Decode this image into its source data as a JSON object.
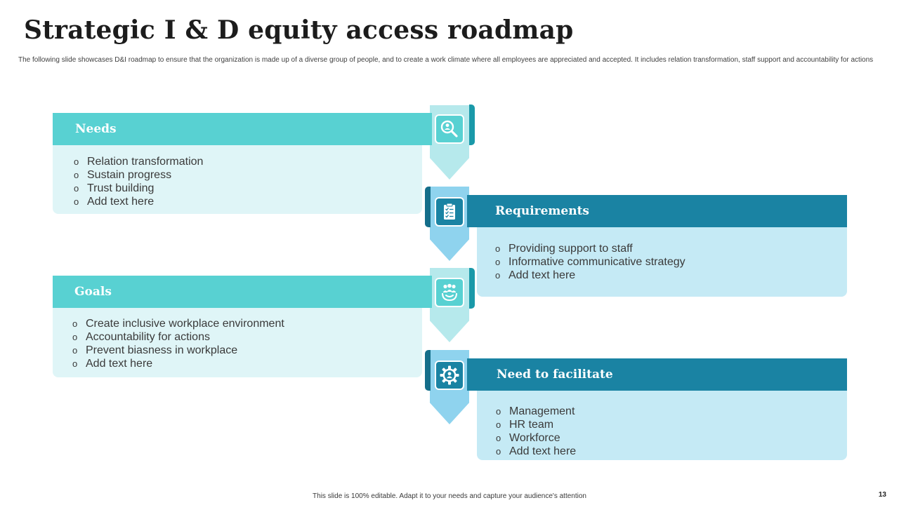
{
  "slide": {
    "title": "Strategic I & D equity access roadmap",
    "subtitle": "The following slide showcases D&I roadmap to ensure that the organization is made up of a diverse group of people, and to create a work climate where all employees are appreciated and accepted. It includes relation transformation, staff support and accountability for actions",
    "footer": "This slide is 100% editable. Adapt it to your needs and capture your audience's attention",
    "page_number": "13"
  },
  "bullet_glyph": "o",
  "cards": {
    "needs": {
      "heading": "Needs",
      "icon": "search-user-icon",
      "items": [
        "Relation transformation",
        "Sustain progress",
        "Trust building",
        "Add text here"
      ]
    },
    "requirements": {
      "heading": "Requirements",
      "icon": "checklist-icon",
      "items": [
        "Providing support to staff",
        "Informative  communicative strategy",
        "Add text here"
      ]
    },
    "goals": {
      "heading": "Goals",
      "icon": "team-handshake-icon",
      "items": [
        "Create inclusive workplace environment",
        "Accountability for actions",
        "Prevent biasness in workplace",
        "Add text here"
      ]
    },
    "facilitate": {
      "heading": "Need to facilitate",
      "icon": "gear-user-icon",
      "items": [
        "Management",
        "HR team",
        "Workforce",
        "Add text here"
      ]
    }
  },
  "colors": {
    "teal": "#58d1d2",
    "dark_blue": "#1a83a3",
    "light_teal_body": "#dff5f7",
    "light_blue_body": "#c5eaf5",
    "chevron_light": "#b6e9ec",
    "chevron_blue": "#8fd3ee"
  }
}
